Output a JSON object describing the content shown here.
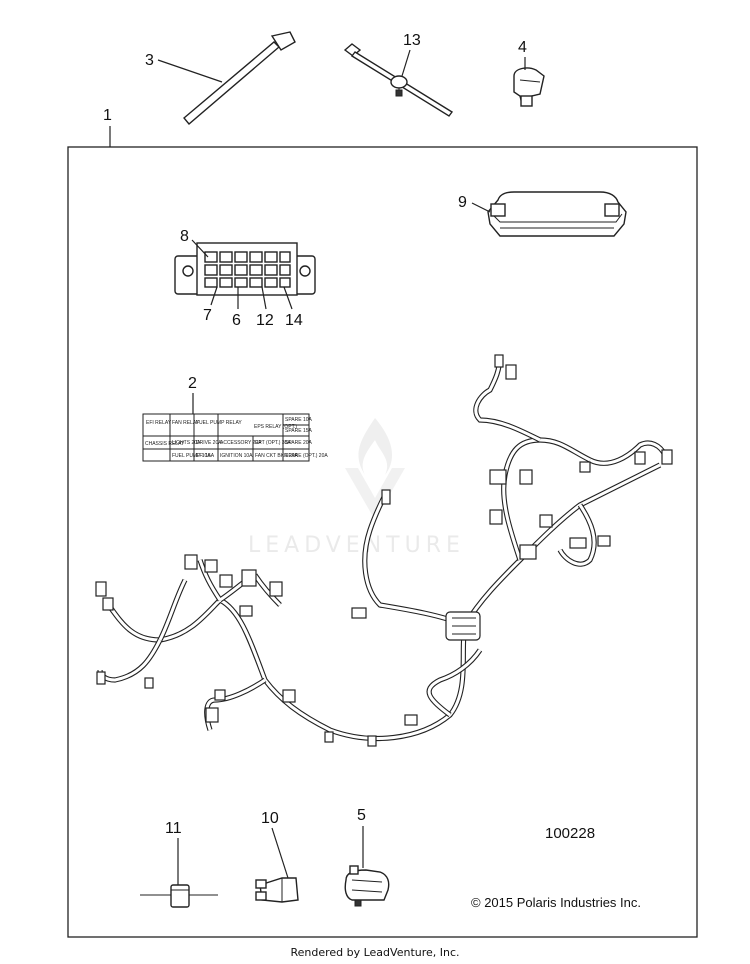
{
  "callouts": {
    "c1": "1",
    "c2": "2",
    "c3": "3",
    "c4": "4",
    "c5": "5",
    "c6": "6",
    "c7": "7",
    "c8": "8",
    "c9": "9",
    "c10": "10",
    "c11": "11",
    "c12": "12",
    "c13": "13",
    "c14": "14"
  },
  "diagram_number": "100228",
  "copyright": "© 2015 Polaris Industries Inc.",
  "watermark": "LEADVENTURE",
  "footer": "Rendered by LeadVenture, Inc.",
  "fuse_label": {
    "efi_relay": "EFI RELAY",
    "fan_relay": "FAN RELAY",
    "fuel_pump_relay": "FUEL PUMP RELAY",
    "eps_relay": "EPS RELAY (OPT.)",
    "spare_10a": "SPARE 10A",
    "spare_15a": "SPARE 15A",
    "chassis_relay": "CHASSIS RELAY",
    "lights": "LIGHTS 20A",
    "drive": "DRIVE 20A",
    "accessory": "ACCESSORY 20A",
    "ept_opt": "EPT (OPT.) 30A",
    "spare_20a": "SPARE 20A",
    "fuel_pump": "FUEL PUMP 10A",
    "efi": "EFI 15A",
    "ignition": "IGNITION 10A",
    "fan_ckt": "FAN CKT BKR 20A",
    "spare_opt": "SPARE (OPT.) 20A"
  }
}
